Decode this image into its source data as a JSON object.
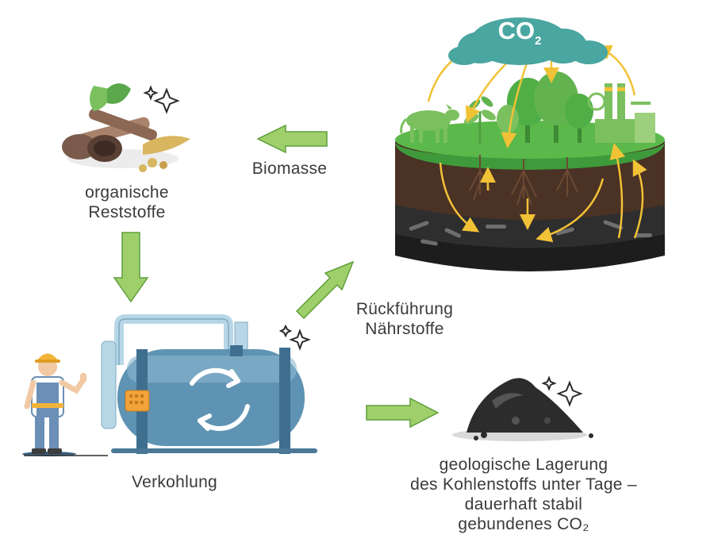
{
  "labels": {
    "organic": [
      "organische",
      "Reststoffe"
    ],
    "biomass": "Biomasse",
    "nutrients": [
      "Rückführung",
      "Nährstoffe"
    ],
    "carbonization": "Verkohlung",
    "storage": [
      "geologische Lagerung",
      "des Kohlenstoffs unter Tage –",
      "dauerhaft stabil",
      "gebundenes CO₂"
    ],
    "co2_main": "CO",
    "co2_sub": "2"
  },
  "colors": {
    "arrow_green": "#9fcf6b",
    "arrow_green_stroke": "#5f9f3c",
    "cloud": "#4aa6a0",
    "cycle_arrows": "#f2c236",
    "grass": "#5bb84a",
    "soil_top": "#4a3225",
    "soil_dark": "#1d1d1d",
    "tank_blue": "#5f93b3",
    "pipe": "#b8d7e6",
    "worker_blue": "#6b8fb6",
    "helmet": "#f2b43a",
    "biochar": "#2c2c2c",
    "text": "#3a3a3a"
  },
  "icons": [
    "co2-cloud-icon",
    "cow-icon",
    "tree-icon",
    "factory-icon",
    "sparkle-icon",
    "recycle-icon",
    "worker-icon",
    "biochar-heap-icon",
    "residue-pile-icon"
  ]
}
